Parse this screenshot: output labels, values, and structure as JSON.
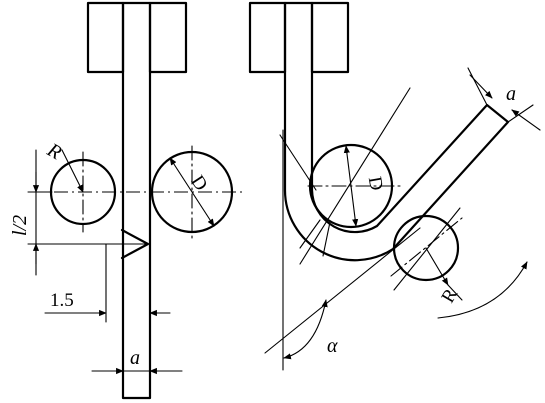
{
  "labels": {
    "R_left": "R",
    "D_left": "D",
    "half_l": "l/2",
    "offset": "1.5",
    "thickness_left": "a",
    "thickness_right": "a",
    "D_right": "D",
    "R_right": "R",
    "angle": "α"
  }
}
